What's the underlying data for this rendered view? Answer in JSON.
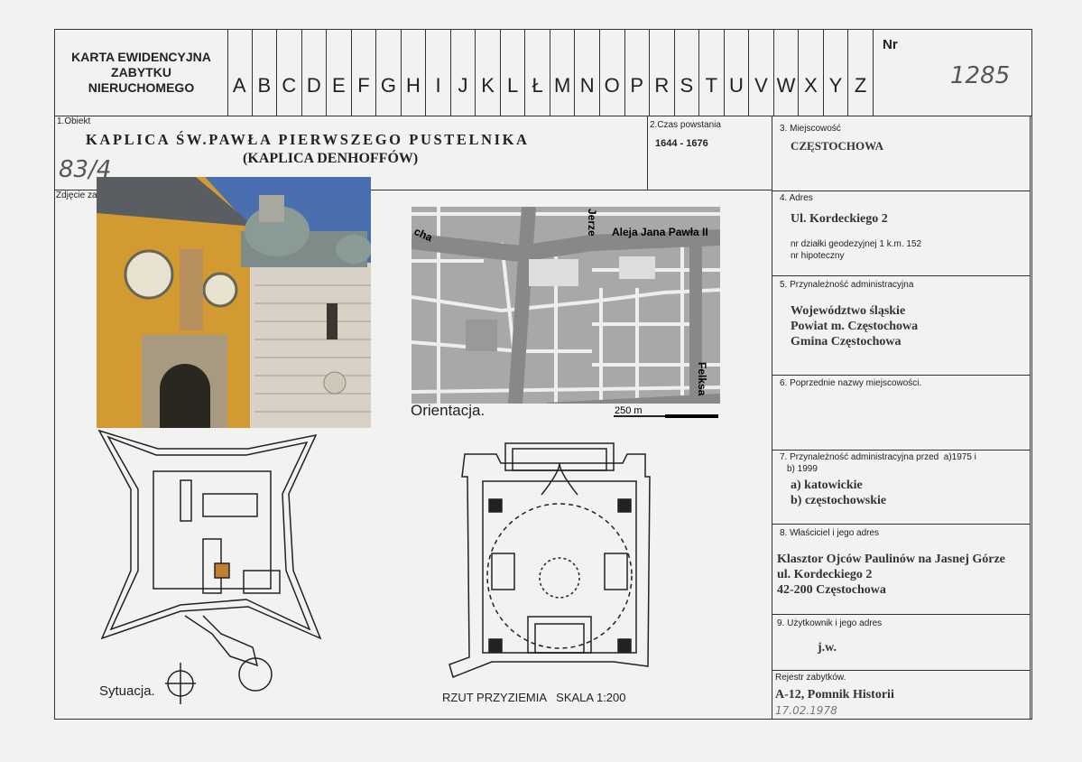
{
  "header": {
    "card_title": [
      "KARTA EWIDENCYJNA",
      "ZABYTKU",
      "NIERUCHOMEGO"
    ],
    "letters": [
      "A",
      "B",
      "C",
      "D",
      "E",
      "F",
      "G",
      "H",
      "I",
      "J",
      "K",
      "L",
      "Ł",
      "M",
      "N",
      "O",
      "P",
      "R",
      "S",
      "T",
      "U",
      "V",
      "W",
      "X",
      "Y",
      "Z"
    ],
    "nr_label": "Nr",
    "nr_value": "1285"
  },
  "obiekt": {
    "label": "1.Obiekt",
    "name_line1": "KAPLICA ŚW.PAWŁA PIERWSZEGO PUSTELNIKA",
    "name_line2": "(KAPLICA DENHOFFÓW)",
    "handwritten": "83/4"
  },
  "czas": {
    "label": "2.Czas powstania",
    "value": "1644 - 1676"
  },
  "miejscowosc": {
    "label": "3. Miejscowość",
    "value": "CZĘSTOCHOWA"
  },
  "adres": {
    "label": "4. Adres",
    "value": "Ul. Kordeckiego 2",
    "note1": "nr działki geodezyjnej 1 k.m. 152",
    "note2": "nr hipoteczny"
  },
  "przynaleznosc": {
    "label": "5. Przynależność administracyjna",
    "lines": [
      "Województwo śląskie",
      "Powiat m. Częstochowa",
      "Gmina Częstochowa"
    ]
  },
  "poprzednie": {
    "label": "6. Poprzednie nazwy miejscowości."
  },
  "przed": {
    "label1": "7. Przynależność administracyjna przed  a)1975 i",
    "label2": "b) 1999",
    "lines": [
      "a) katowickie",
      "b) częstochowskie"
    ]
  },
  "wlasciciel": {
    "label": "8. Właściciel i jego adres",
    "lines": [
      "Klasztor Ojców Paulinów na Jasnej Górze",
      "ul. Kordeckiego 2",
      "42-200 Częstochowa"
    ]
  },
  "uzytkownik": {
    "label": "9. Użytkownik i jego adres",
    "value": "j.w."
  },
  "rejestr": {
    "label": "Rejestr zabytków.",
    "value": "A-12, Pomnik Historii",
    "date": "17.02.1978"
  },
  "zdjecie": {
    "label": "Zdjęcie za"
  },
  "map": {
    "street1": "Aleja Jana Pawła II",
    "street2": "Jerze",
    "street3": "Felksa",
    "street4": "cha",
    "scale": "250 m",
    "caption": "Orientacja."
  },
  "sytuacja": {
    "caption": "Sytuacja."
  },
  "rzut": {
    "caption": "RZUT PRZYZIEMIA   SKALA 1:200"
  }
}
